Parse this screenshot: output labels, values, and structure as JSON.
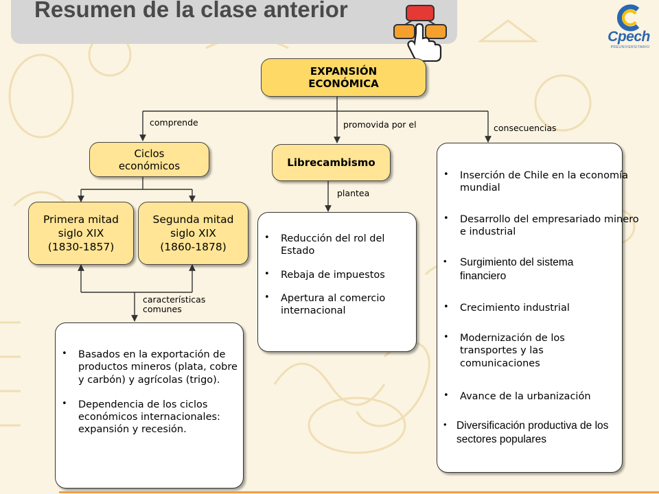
{
  "header": {
    "title": "Resumen de la clase anterior",
    "logo_text": "Cpech",
    "logo_tagline": "PREUNIVERSITARIO"
  },
  "diagram": {
    "root": {
      "line1": "EXPANSIÓN",
      "line2": "ECONÓMICA"
    },
    "links": {
      "comprende": "comprende",
      "promovida": "promovida por el",
      "consecuencias": "consecuencias",
      "plantea": "plantea",
      "caracteristicas_line1": "características",
      "caracteristicas_line2": "comunes"
    },
    "ciclos": {
      "line1": "Ciclos",
      "line2": "económicos"
    },
    "librecambismo": "Librecambismo",
    "primera": {
      "line1": "Primera mitad",
      "line2": "siglo XIX",
      "line3": "(1830-1857)"
    },
    "segunda": {
      "line1": "Segunda mitad",
      "line2": "siglo XIX",
      "line3": "(1860-1878)"
    },
    "caracteristicas_items": [
      "Basados en la exportación de productos mineros (plata, cobre y carbón) y agrícolas (trigo).",
      "Dependencia de los ciclos económicos internacionales: expansión y recesión."
    ],
    "plantea_items": [
      "Reducción del rol del Estado",
      "Rebaja de impuestos",
      "Apertura al comercio internacional"
    ],
    "consecuencias_items": [
      "Inserción de Chile en la economía mundial",
      "Desarrollo del empresariado minero e industrial",
      "Surgimiento del sistema financiero",
      "Crecimiento industrial",
      "Modernización de los transportes y las comunicaciones",
      "Avance de la urbanización",
      "Diversificación productiva de los sectores populares"
    ]
  },
  "colors": {
    "node_fill": "#ffd966",
    "accent_orange": "#f0a04a",
    "logo_blue": "#2b66b0",
    "title_tab": "#d5d5d5"
  },
  "icons": [
    "hand-pointer-icon",
    "cpech-logo-icon"
  ]
}
